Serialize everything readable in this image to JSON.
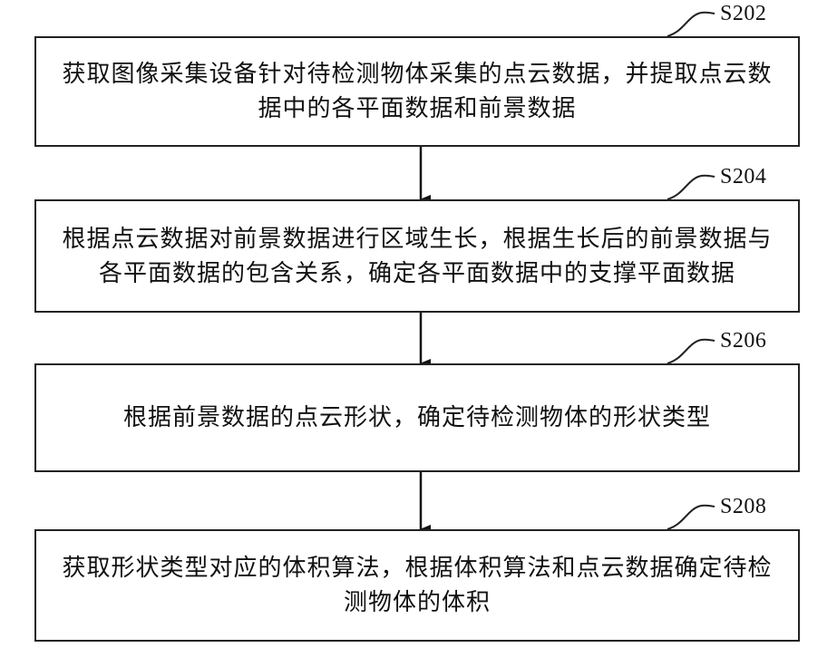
{
  "steps": [
    {
      "id": "S202",
      "text": "获取图像采集设备针对待检测物体采集的点云数据，并提取点云数据中的各平面数据和前景数据"
    },
    {
      "id": "S204",
      "text": "根据点云数据对前景数据进行区域生长，根据生长后的前景数据与各平面数据的包含关系，确定各平面数据中的支撑平面数据"
    },
    {
      "id": "S206",
      "text": "根据前景数据的点云形状，确定待检测物体的形状类型"
    },
    {
      "id": "S208",
      "text": "获取形状类型对应的体积算法，根据体积算法和点云数据确定待检测物体的体积"
    }
  ]
}
